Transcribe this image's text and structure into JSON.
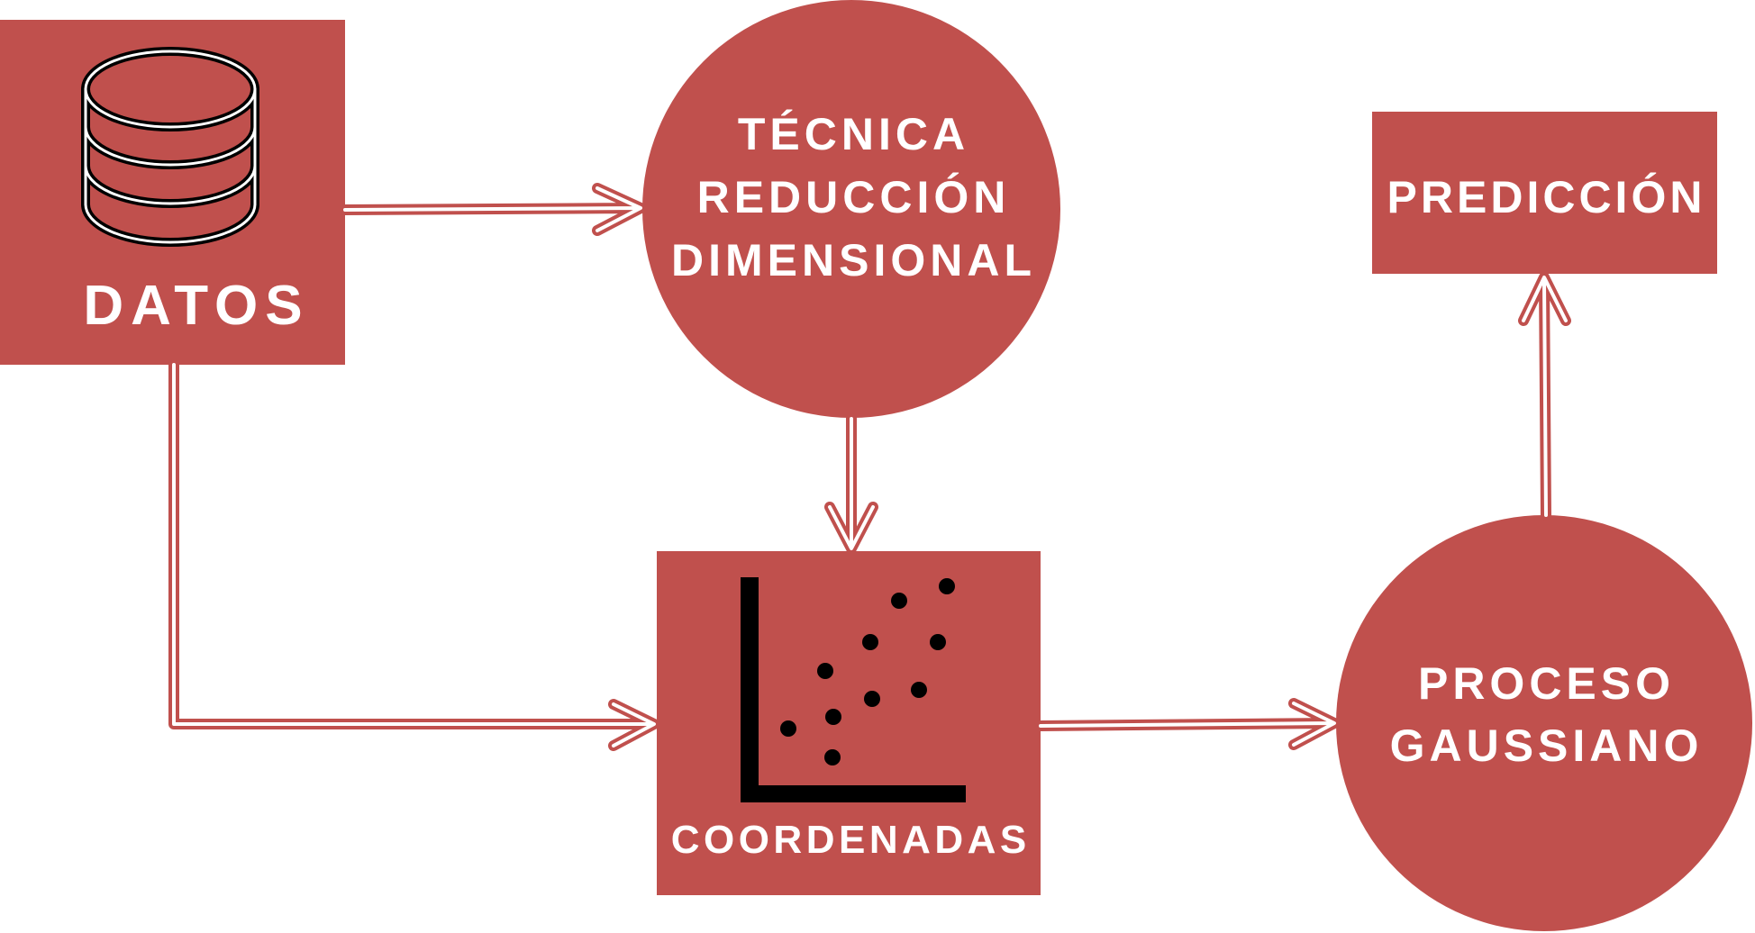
{
  "diagram": {
    "accent_color": "#C0504D",
    "text_color": "#FFFFFF",
    "icon_color": "#000000",
    "nodes": {
      "datos": {
        "label": "DATOS",
        "icon": "database-icon"
      },
      "tecnica": {
        "lines": [
          "TÉCNICA",
          "REDUCCIÓN",
          "DIMENSIONAL"
        ]
      },
      "prediccion": {
        "label": "PREDICCIÓN"
      },
      "coordenadas": {
        "label": "COORDENADAS",
        "icon": "scatter-plot-icon"
      },
      "proceso": {
        "lines": [
          "PROCESO",
          "GAUSSIANO"
        ]
      }
    }
  }
}
